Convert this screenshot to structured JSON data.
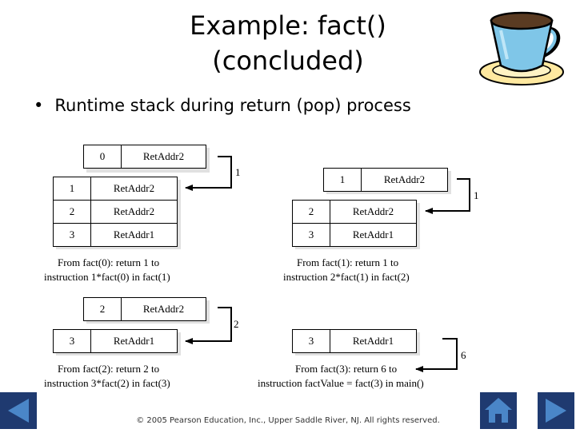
{
  "slide": {
    "title_line1": "Example: fact()",
    "title_line2": "(concluded)",
    "bullet_text": "Runtime stack during return (pop) process",
    "bullet_glyph": "•",
    "footer": "© 2005 Pearson Education, Inc., Upper Saddle River, NJ.  All rights reserved."
  },
  "panels": {
    "p1": {
      "top": [
        "0",
        "RetAddr2"
      ],
      "rows": [
        [
          "1",
          "RetAddr2"
        ],
        [
          "2",
          "RetAddr2"
        ],
        [
          "3",
          "RetAddr1"
        ]
      ],
      "value": "1",
      "caption1": "From fact(0): return 1 to",
      "caption2": "instruction 1*fact(0) in fact(1)"
    },
    "p2": {
      "top": [
        "1",
        "RetAddr2"
      ],
      "rows": [
        [
          "2",
          "RetAddr2"
        ],
        [
          "3",
          "RetAddr1"
        ]
      ],
      "value": "1",
      "caption1": "From fact(1): return 1 to",
      "caption2": "instruction 2*fact(1) in fact(2)"
    },
    "p3": {
      "top": [
        "2",
        "RetAddr2"
      ],
      "rows": [
        [
          "3",
          "RetAddr1"
        ]
      ],
      "value": "2",
      "caption1": "From fact(2): return 2 to",
      "caption2": "instruction 3*fact(2) in fact(3)"
    },
    "p4": {
      "rows": [
        [
          "3",
          "RetAddr1"
        ]
      ],
      "value": "6",
      "caption1": "From fact(3): return  6 to",
      "caption2": "instruction factValue = fact(3)  in main()"
    }
  },
  "icons": {
    "cup": "coffee-cup-icon",
    "prev": "triangle-left-icon",
    "home": "house-icon",
    "next": "triangle-right-icon"
  },
  "colors": {
    "nav_bg": "#1f3a70",
    "nav_fg": "#4a86c8",
    "cup_blue": "#7fc6e8"
  }
}
